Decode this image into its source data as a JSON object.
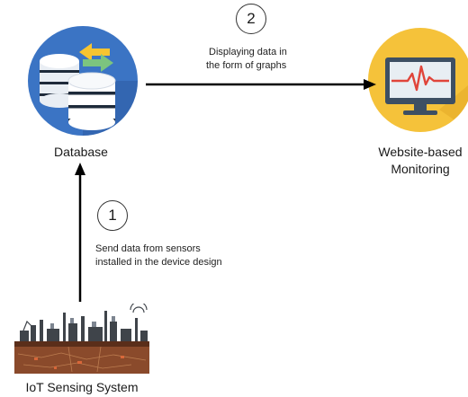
{
  "nodes": {
    "database": {
      "label": "Database",
      "icon": "database-icon",
      "circle_color": "#3b74c4"
    },
    "website": {
      "label_line1": "Website-based",
      "label_line2": "Monitoring",
      "icon": "monitor-chart-icon",
      "circle_color": "#f5c23a"
    },
    "iot": {
      "label": "IoT Sensing System",
      "icon": "industrial-plant-icon"
    }
  },
  "steps": [
    {
      "number": "1",
      "text_line1": "Send data from sensors",
      "text_line2": "installed in the device design"
    },
    {
      "number": "2",
      "text_line1": "Displaying data in",
      "text_line2": "the form of graphs"
    }
  ],
  "colors": {
    "arrow": "#000000",
    "db_blue": "#3b74c4",
    "arrow_yellow": "#f6c431",
    "arrow_green": "#7cc47f",
    "monitor_screen": "#e8eef3",
    "pulse_red": "#e0443a"
  }
}
